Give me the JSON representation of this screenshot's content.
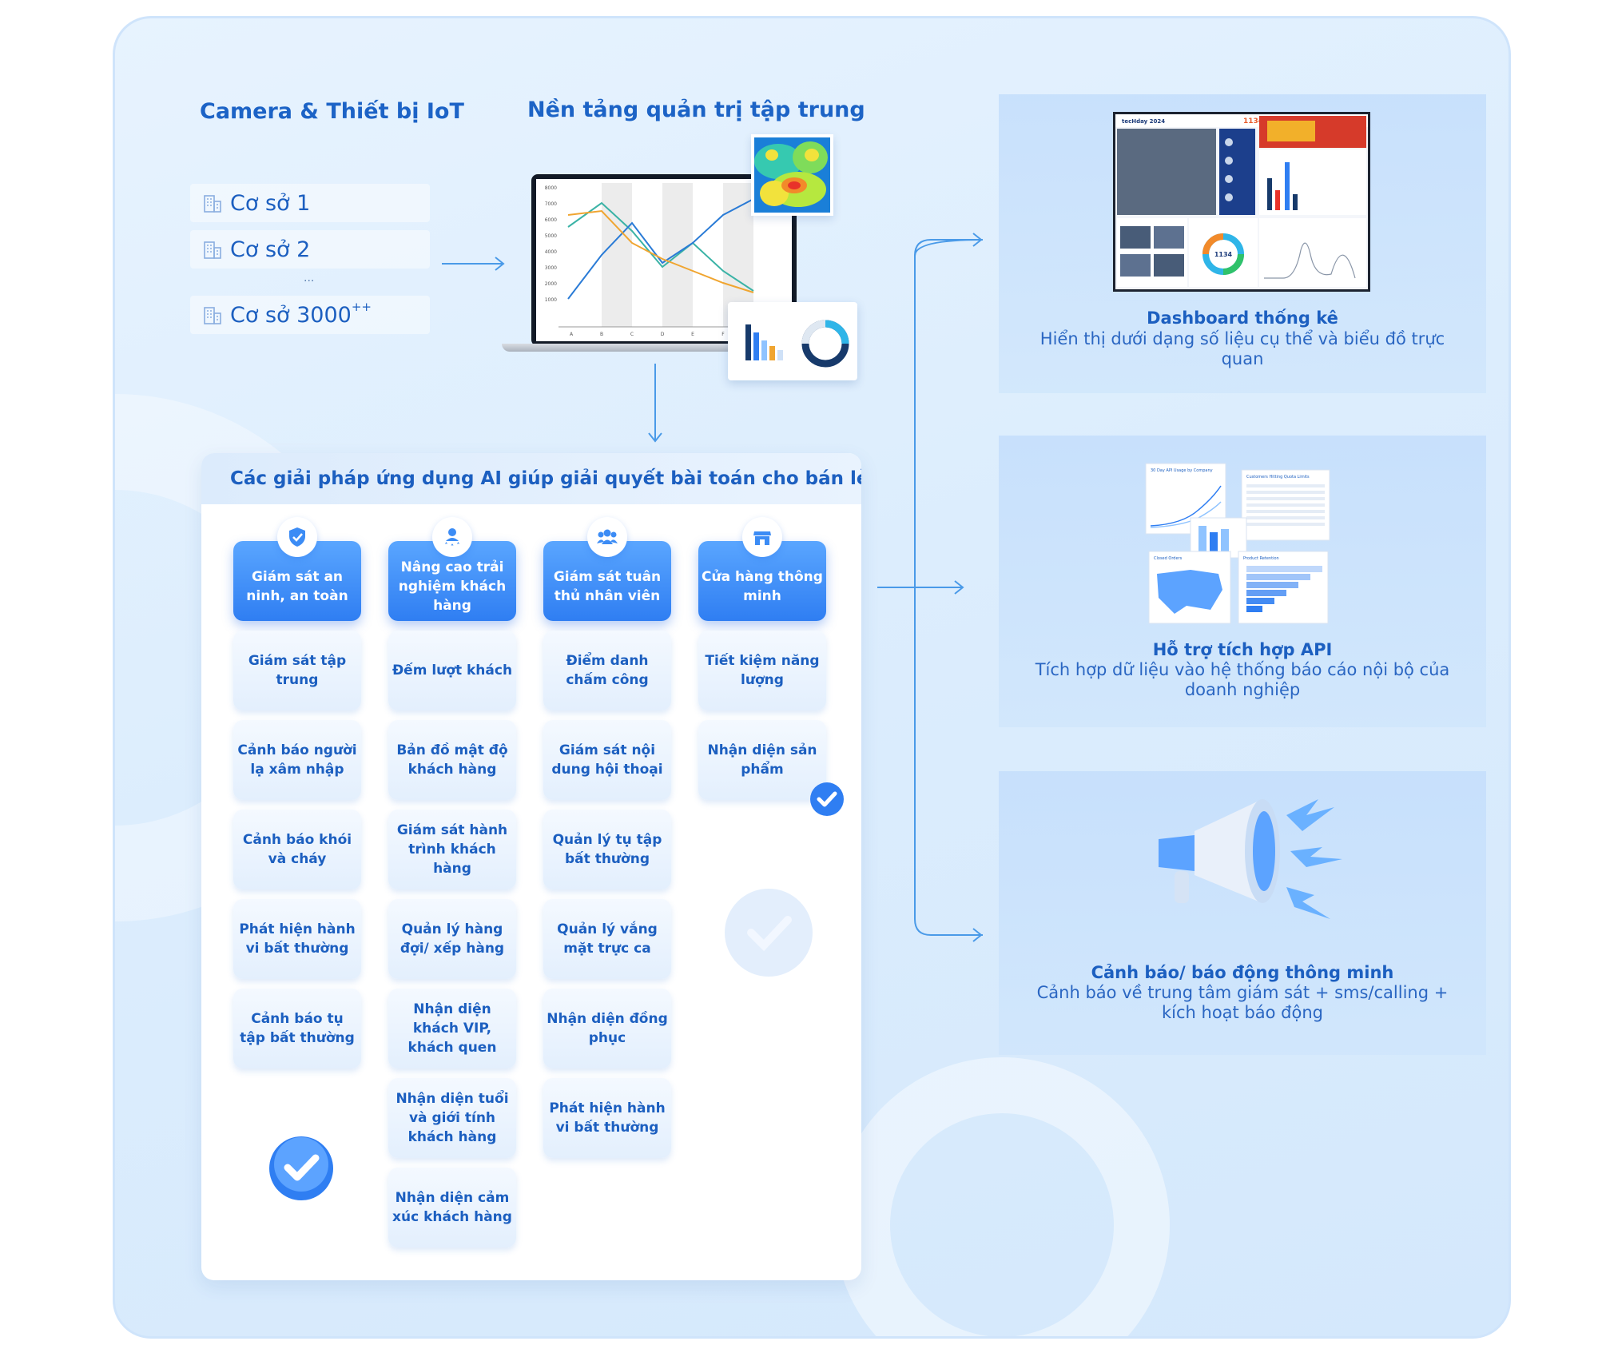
{
  "colors": {
    "primary": "#1c5fc0",
    "accent": "#2f7ef2",
    "panel_bg": "#dcedfd",
    "card_bg": "#ffffff"
  },
  "sources": {
    "title": "Camera & Thiết bị IoT",
    "branches": [
      {
        "label": "Cơ sở 1",
        "sup": ""
      },
      {
        "label": "Cơ sở 2",
        "sup": ""
      },
      {
        "label": "Cơ sở 3000",
        "sup": "++"
      }
    ],
    "ellipsis": "..."
  },
  "platform": {
    "title": "Nền tảng quản trị tập trung",
    "y_ticks": [
      "8000",
      "7000",
      "6000",
      "5000",
      "4000",
      "3000",
      "2000",
      "1000"
    ],
    "x_ticks": [
      "A",
      "B",
      "C",
      "D",
      "E",
      "F"
    ]
  },
  "solutions": {
    "title": "Các giải pháp ứng dụng AI giúp giải quyết bài toán cho bán lẻ",
    "columns": [
      {
        "category": "Giám sát an ninh, an toàn",
        "icon": "shield-check-icon",
        "items": [
          "Giám sát tập trung",
          "Cảnh báo người lạ xâm nhập",
          "Cảnh báo khói và cháy",
          "Phát hiện hành vi bất thường",
          "Cảnh báo tụ tập bất thường"
        ]
      },
      {
        "category": "Nâng cao trải nghiệm khách hàng",
        "icon": "customer-stars-icon",
        "items": [
          "Đếm lượt khách",
          "Bản đồ mật độ khách hàng",
          "Giám sát hành trình khách hàng",
          "Quản lý hàng đợi/ xếp hàng",
          "Nhận diện khách VIP, khách quen",
          "Nhận diện tuổi và giới tính khách hàng",
          "Nhận diện cảm xúc khách hàng"
        ]
      },
      {
        "category": "Giám sát tuân thủ nhân viên",
        "icon": "team-icon",
        "items": [
          "Điểm danh chấm công",
          "Giám sát nội dung hội thoại",
          "Quản lý tụ tập bất thường",
          "Quản lý vắng mặt trực ca",
          "Nhận diện đồng phục",
          "Phát hiện hành vi bất thường"
        ]
      },
      {
        "category": "Cửa hàng thông minh",
        "icon": "store-icon",
        "items": [
          "Tiết kiệm năng lượng",
          "Nhận diện sản phẩm"
        ]
      }
    ]
  },
  "features": [
    {
      "title": "Dashboard thống kê",
      "desc": "Hiển thị dưới dạng số liệu cụ thể và biểu đồ trực quan"
    },
    {
      "title": "Hỗ trợ tích hợp API",
      "desc": "Tích hợp dữ liệu vào hệ thống báo cáo nội bộ của doanh nghiệp"
    },
    {
      "title": "Cảnh báo/ báo động thông minh",
      "desc": "Cảnh báo về trung tâm giám sát + sms/calling + kích hoạt báo động"
    }
  ],
  "dashboard": {
    "brand": "tecHday 2024",
    "count": "1134",
    "donut_value": "1134"
  },
  "api_preview": {
    "card1_title": "30 Day API Usage by Company",
    "card2_title": "Customers Hitting Quota Limits",
    "card3_title": "Closed Orders",
    "card4_title": "Product Retention"
  }
}
